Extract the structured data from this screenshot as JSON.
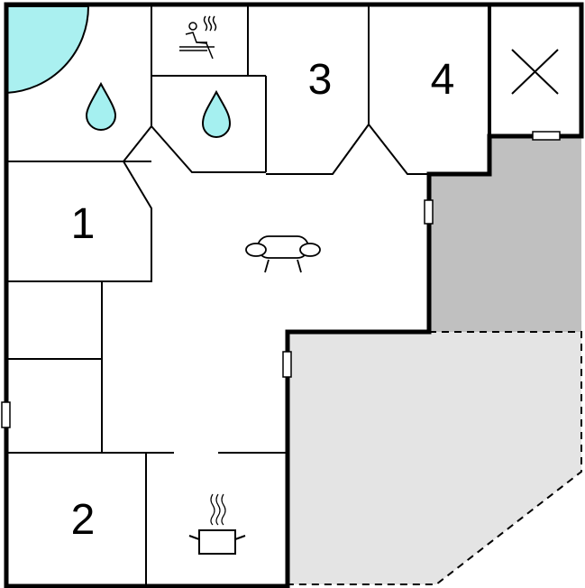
{
  "floorplan": {
    "rooms": [
      {
        "id": "bedroom-1",
        "label": "1"
      },
      {
        "id": "bedroom-2",
        "label": "2"
      },
      {
        "id": "bedroom-3",
        "label": "3"
      },
      {
        "id": "bedroom-4",
        "label": "4"
      }
    ],
    "icons": [
      {
        "id": "water-drop-pool",
        "name": "water-drop-icon"
      },
      {
        "id": "water-drop-bath",
        "name": "water-drop-icon"
      },
      {
        "id": "sauna",
        "name": "sauna-icon"
      },
      {
        "id": "sofa",
        "name": "sofa-icon"
      },
      {
        "id": "cooking-pot",
        "name": "cooking-pot-icon"
      },
      {
        "id": "open-space-cross",
        "name": "cross-icon"
      }
    ],
    "colors": {
      "pool": "#aaf0f0",
      "water_drop": "#a5f0f0",
      "covered_terrace": "#c0c0c0",
      "open_terrace": "#e4e4e4",
      "wall": "#000000",
      "background": "#ffffff"
    }
  }
}
